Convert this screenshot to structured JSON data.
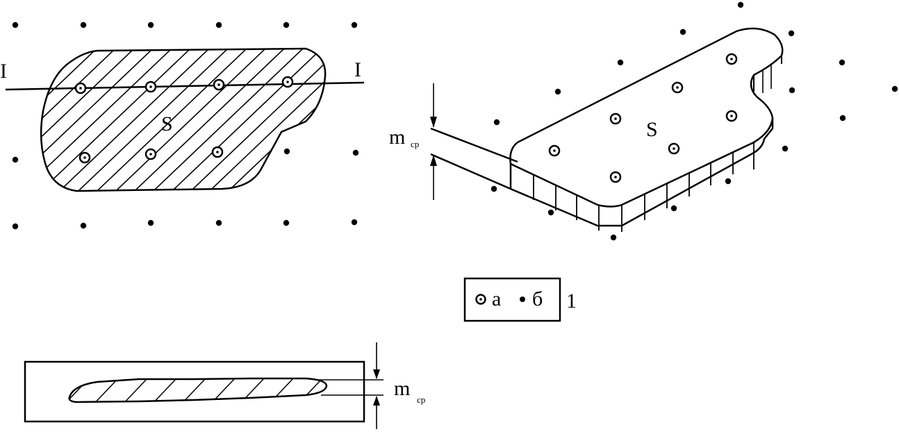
{
  "plan_view": {
    "section_label_left": "I",
    "section_label_right": "I",
    "area_label": "S"
  },
  "block_view": {
    "area_label": "S",
    "thickness_label": "m",
    "thickness_subscript": "ср"
  },
  "legend": {
    "label_a": "а",
    "label_b": "б",
    "figure_number": "1"
  },
  "section_view": {
    "thickness_label": "m",
    "thickness_subscript": "ср"
  },
  "colors": {
    "ink": "#000000",
    "background": "#ffffff"
  },
  "icons": {
    "explored_well": "circle-dot-icon",
    "unexplored_well": "dot-icon"
  }
}
